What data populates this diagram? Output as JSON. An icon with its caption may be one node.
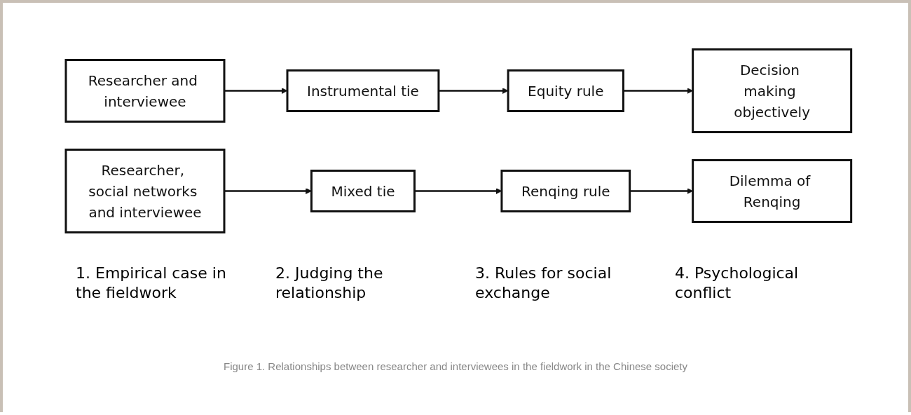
{
  "diagram": {
    "caption": "Figure 1. Relationships between researcher and interviewees in the fieldwork in the Chinese society",
    "nodes": [
      {
        "text": [
          "Researcher and interviewee"
        ]
      },
      {
        "text": [
          "Instrumental tie"
        ]
      },
      {
        "text": [
          "Equity rule"
        ]
      },
      {
        "text": [
          "Decision making objectively"
        ]
      },
      {
        "text": [
          "Researcher, social networks and interviewee"
        ]
      },
      {
        "text": [
          "Mixed tie"
        ]
      },
      {
        "text": [
          "Renqing rule"
        ]
      },
      {
        "text": [
          "Dilemma of Renqing"
        ]
      }
    ],
    "edges": [
      {
        "from": 0,
        "to": 1,
        "arrow": "to"
      },
      {
        "from": 1,
        "to": 2,
        "arrow": "to"
      },
      {
        "from": 2,
        "to": 3,
        "arrow": "to"
      },
      {
        "from": 4,
        "to": 5,
        "arrow": "to"
      },
      {
        "from": 5,
        "to": 6,
        "arrow": "to"
      },
      {
        "from": 6,
        "to": 7,
        "arrow": "to"
      }
    ],
    "labels": [
      "1. Empirical case in the fieldwork",
      "2. Judging the relationship",
      "3. Rules for social exchange",
      "4. Psychological conflict"
    ]
  }
}
